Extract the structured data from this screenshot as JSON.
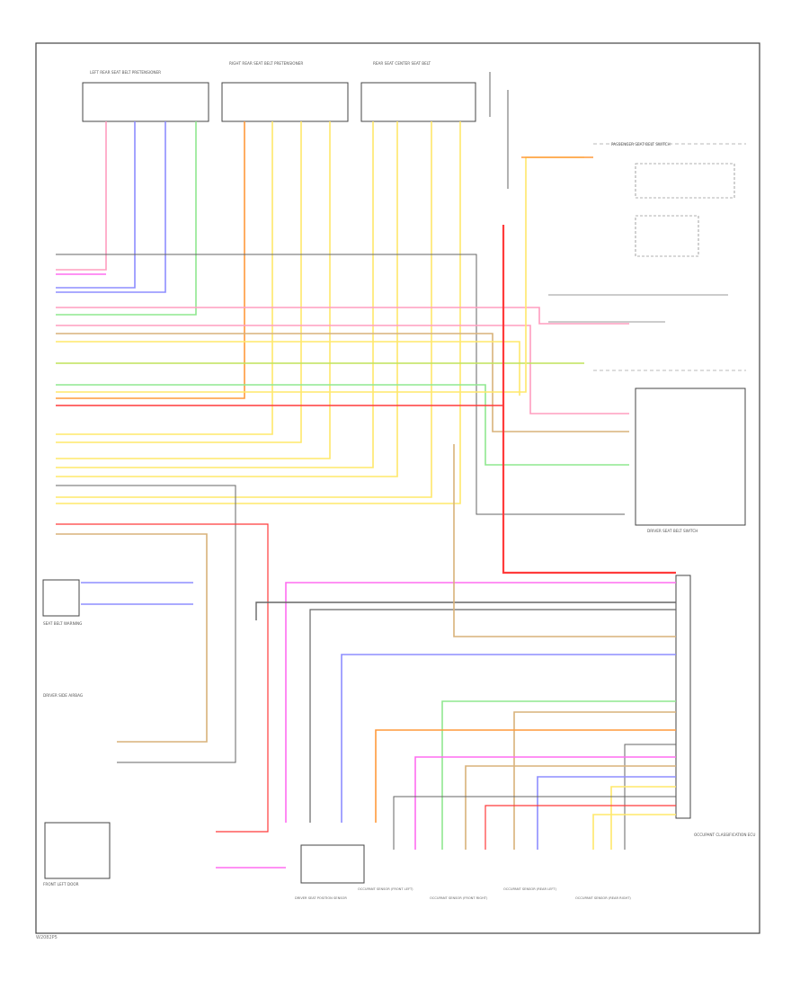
{
  "diagram": {
    "code": "W2082P5",
    "top_connectors": [
      "LEFT REAR SEAT BELT PRETENSIONER",
      "RIGHT REAR SEAT BELT PRETENSIONER",
      "REAR SEAT CENTER SEAT BELT"
    ],
    "right_components": [
      "PASSENGER SEAT BELT SWITCH",
      "DRIVER SEAT BELT SWITCH",
      "OCCUPANT CLASSIFICATION ECU"
    ],
    "bottom_components": [
      "DRIVER SEAT POSITION SENSOR",
      "OCCUPANT SENSOR (FRONT LEFT)",
      "OCCUPANT SENSOR (FRONT RIGHT)",
      "OCCUPANT SENSOR (REAR LEFT)",
      "OCCUPANT SENSOR (REAR RIGHT)"
    ],
    "left_components": [
      "SEAT BELT WARNING",
      "DRIVER SIDE AIRBAG",
      "FRONT LEFT DOOR"
    ],
    "wire_colors": {
      "pink": "#ff9dbf",
      "blue": "#8d8dff",
      "green": "#8fe88f",
      "orange": "#ff9a3c",
      "yellow": "#ffe86a",
      "red": "#ff3b3b",
      "gray": "#666666",
      "magenta": "#ff6df0",
      "tan": "#d9b27a",
      "yellowgreen": "#bfe35a"
    }
  }
}
